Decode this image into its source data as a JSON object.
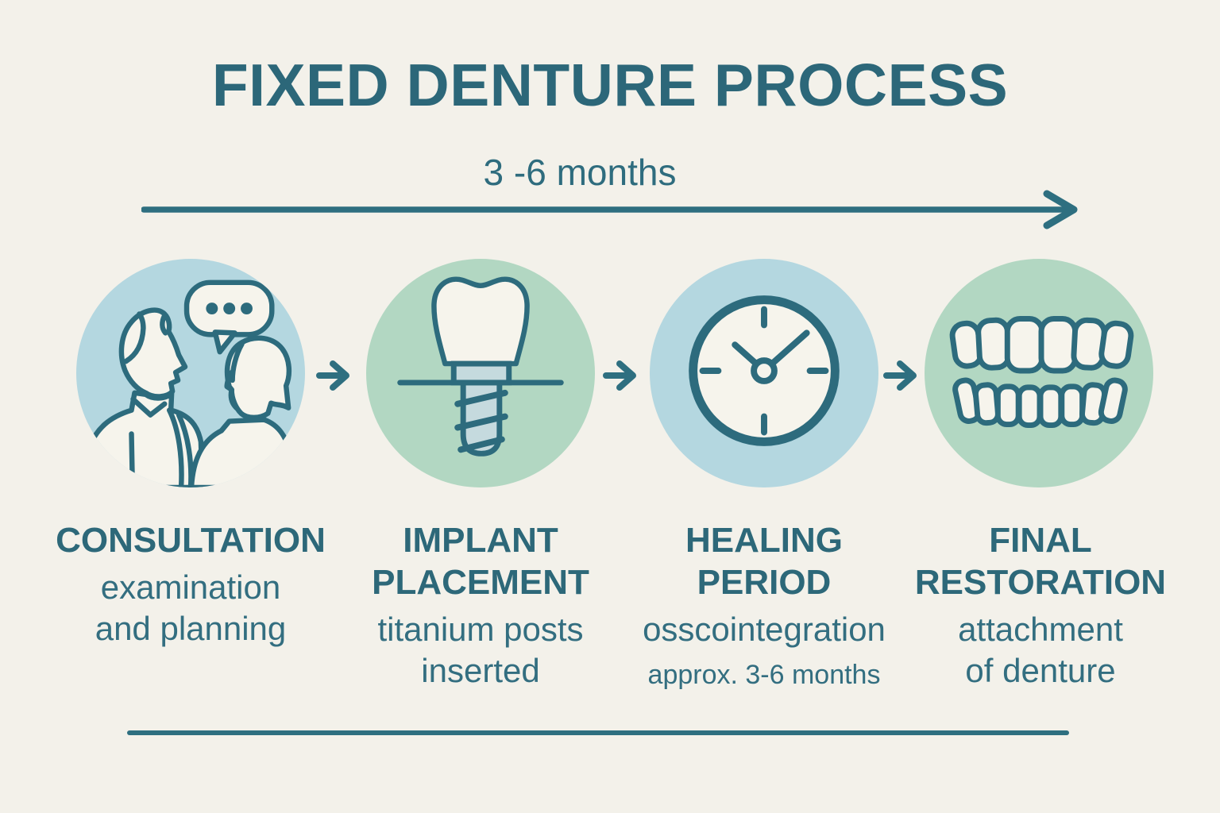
{
  "title": "FIXED DENTURE PROCESS",
  "timeline": {
    "duration_label": "3 -6 months"
  },
  "steps": [
    {
      "name": "consultation",
      "heading": "CONSULTATION",
      "description": "examination\nand planning",
      "icon": "consultation-icon",
      "circle_color": "#b4d7e0"
    },
    {
      "name": "implant-placement",
      "heading": "IMPLANT\nPLACEMENT",
      "description": "titanium posts\ninserted",
      "icon": "implant-icon",
      "circle_color": "#b2d7c2"
    },
    {
      "name": "healing-period",
      "heading": "HEALING\nPERIOD",
      "description": "osscointegration",
      "note": "approx. 3-6 months",
      "icon": "clock-icon",
      "circle_color": "#b4d7e0"
    },
    {
      "name": "final-restoration",
      "heading": "FINAL\nRESTORATION",
      "description": "attachment\nof denture",
      "icon": "dentures-icon",
      "circle_color": "#b2d7c2"
    }
  ],
  "colors": {
    "background": "#f3f1ea",
    "accent_teal": "#2d6b7d",
    "text_teal": "#2d6879",
    "circle_blue": "#b4d7e0",
    "circle_green": "#b2d7c2",
    "icon_fill": "#f6f4ec",
    "implant_metal_fill": "#c5dade"
  }
}
